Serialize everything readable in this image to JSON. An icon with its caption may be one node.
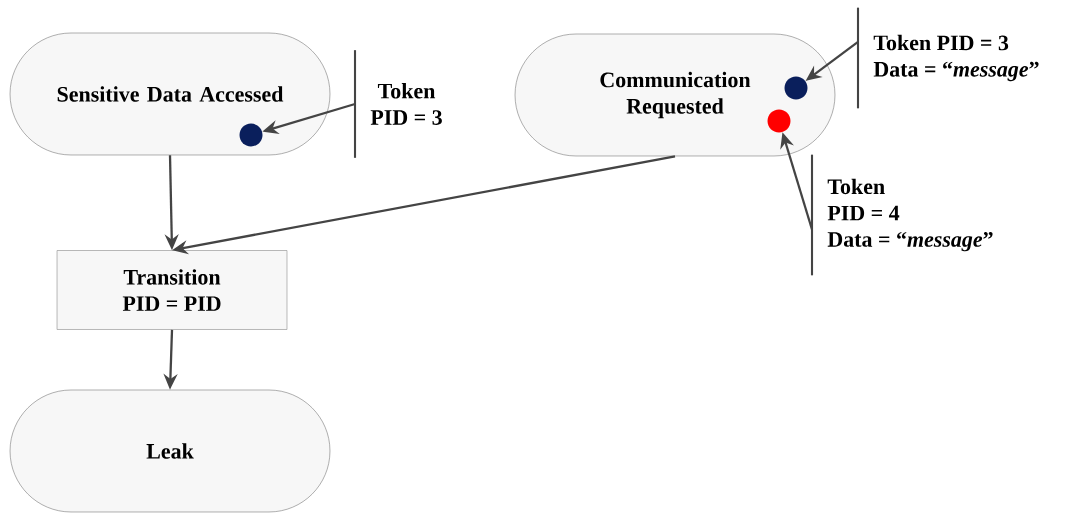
{
  "diagram": {
    "nodes": [
      {
        "text": [
          "Sensitive Data Accessed"
        ]
      },
      {
        "text": [],
        "shape": "circle",
        "in": 0
      },
      {
        "text": [
          "Token",
          "PID = 3"
        ]
      },
      {
        "text": [
          "Communication Requested"
        ]
      },
      {
        "text": [],
        "shape": "circle",
        "in": 3
      },
      {
        "text": [],
        "shape": "circle",
        "in": 3
      },
      {
        "text": [
          "Token PID = 3",
          "Data = “*message*”"
        ]
      },
      {
        "text": [
          "Token",
          "PID = 4",
          "Data = “*message*”"
        ]
      },
      {
        "text": [
          "Transition",
          "PID = PID"
        ]
      },
      {
        "text": [
          "Leak"
        ]
      }
    ],
    "edges": [
      {
        "from": 2,
        "to": 1,
        "arrow": "to"
      },
      {
        "from": 6,
        "to": 4,
        "arrow": "to"
      },
      {
        "from": 7,
        "to": 5,
        "arrow": "to"
      },
      {
        "from": 0,
        "to": 8,
        "arrow": "to"
      },
      {
        "from": 3,
        "to": 8,
        "arrow": "to"
      },
      {
        "from": 8,
        "to": 9,
        "arrow": "to"
      }
    ]
  }
}
